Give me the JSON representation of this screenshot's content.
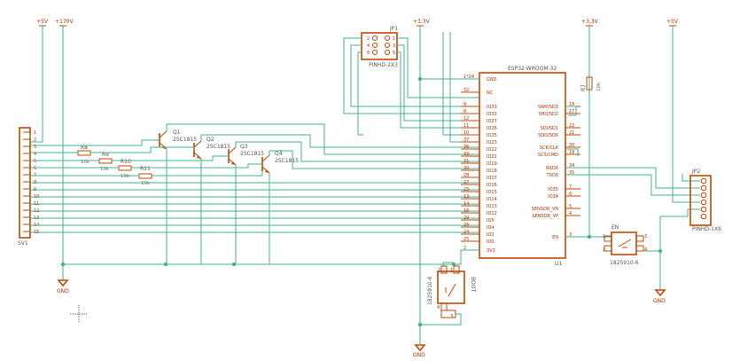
{
  "power": {
    "p5v_a": "+5V",
    "p170v": "+170V",
    "p33v_a": "+3,3V",
    "p33v_b": "+3,3V",
    "p5v_b": "+5V",
    "gnd_a": "GND",
    "gnd_b": "GND",
    "gnd_c": "GND"
  },
  "sv1": {
    "name": "SV1",
    "pins": [
      "1",
      "2",
      "3",
      "4",
      "5",
      "6",
      "7",
      "8",
      "9",
      "10",
      "11",
      "12",
      "13",
      "14",
      "15"
    ]
  },
  "resistors": [
    {
      "name": "R8",
      "value": "10k"
    },
    {
      "name": "R9",
      "value": "10k"
    },
    {
      "name": "R10",
      "value": "10k"
    },
    {
      "name": "R11",
      "value": "10k"
    },
    {
      "name": "R7",
      "value": "10k"
    }
  ],
  "transistors": [
    {
      "name": "Q1",
      "part": "2SC1815"
    },
    {
      "name": "Q2",
      "part": "2SC1815"
    },
    {
      "name": "Q3",
      "part": "2SC1815"
    },
    {
      "name": "Q4",
      "part": "2SC1815"
    }
  ],
  "jp1": {
    "name": "JP1",
    "part": "PINHD-2X3",
    "pins": [
      "2",
      "1",
      "4",
      "3",
      "6",
      "5"
    ]
  },
  "u1": {
    "name": "U1",
    "part": "ESP32-WROOM-32",
    "left_pins": [
      {
        "num": "1*24",
        "label": "GND"
      },
      {
        "num": "32",
        "label": "NC"
      },
      {
        "num": "9",
        "label": "IO33"
      },
      {
        "num": "8",
        "label": "IO32"
      },
      {
        "num": "12",
        "label": "IO27"
      },
      {
        "num": "11",
        "label": "IO26"
      },
      {
        "num": "10",
        "label": "IO25"
      },
      {
        "num": "37",
        "label": "IO23"
      },
      {
        "num": "36",
        "label": "IO22"
      },
      {
        "num": "33",
        "label": "IO21"
      },
      {
        "num": "31",
        "label": "IO19"
      },
      {
        "num": "30",
        "label": "IO18"
      },
      {
        "num": "28",
        "label": "IO17"
      },
      {
        "num": "27",
        "label": "IO16"
      },
      {
        "num": "23",
        "label": "IO15"
      },
      {
        "num": "13",
        "label": "IO14"
      },
      {
        "num": "14",
        "label": "IO13"
      },
      {
        "num": "16",
        "label": "IO12"
      },
      {
        "num": "29",
        "label": "IO5"
      },
      {
        "num": "26",
        "label": "IO4"
      },
      {
        "num": "24",
        "label": "IO2"
      },
      {
        "num": "25",
        "label": "IO0"
      },
      {
        "num": "2",
        "label": "3V3"
      }
    ],
    "right_pins": [
      {
        "num": "18",
        "label": "SWP/SD3"
      },
      {
        "num": "17",
        "label": "SHD/SD2"
      },
      {
        "num": "22",
        "label": "SDI/SD1"
      },
      {
        "num": "21",
        "label": "SDO/SD0"
      },
      {
        "num": "20",
        "label": "SCK/CLK"
      },
      {
        "num": "19",
        "label": "SCS/CMD"
      },
      {
        "num": "34",
        "label": "RXD0"
      },
      {
        "num": "35",
        "label": "TXD0"
      },
      {
        "num": "7",
        "label": "IO35"
      },
      {
        "num": "6",
        "label": "IO34"
      },
      {
        "num": "5",
        "label": "SENSOR_VN"
      },
      {
        "num": "4",
        "label": "SENSOR_VP"
      },
      {
        "num": "3",
        "label": "EN"
      }
    ]
  },
  "jp2": {
    "name": "JP2",
    "part": "PINHD-1X6"
  },
  "en_switch": {
    "name": "EN",
    "part": "1825910-6",
    "pins": [
      "1",
      "2",
      "3",
      "4"
    ]
  },
  "boot_switch": {
    "name": "BOOT",
    "part": "1825910-6",
    "pins": [
      "2",
      "1",
      "4",
      "3"
    ]
  }
}
